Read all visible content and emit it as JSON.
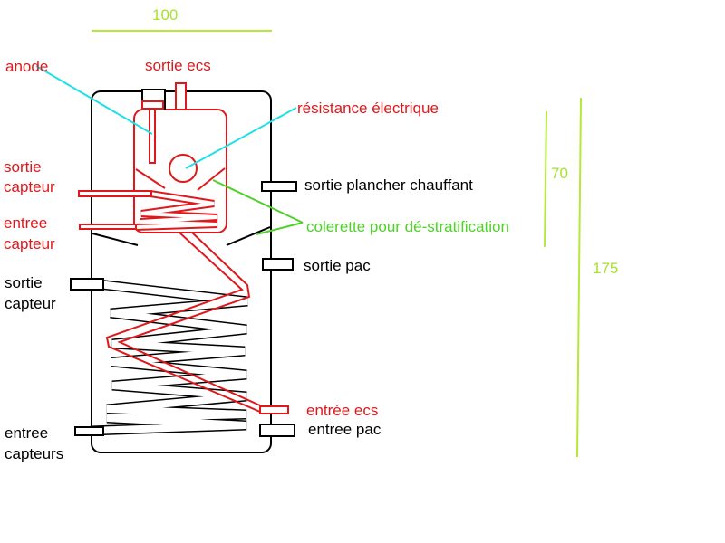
{
  "colors": {
    "red": "#e0181b",
    "black": "#000000",
    "dimension_green": "#b5e83a",
    "pointer_cyan": "#1fe0e8",
    "pointer_green": "#4fd12a"
  },
  "dimensions": {
    "width": "100",
    "upper_height": "70",
    "total_height": "175"
  },
  "labels": {
    "anode": "anode",
    "sortie_ecs": "sortie ecs",
    "resistance": "résistance électrique",
    "sortie_capteur_top_1": "sortie",
    "sortie_capteur_top_2": "capteur",
    "entree_capteur_top_1": "entree",
    "entree_capteur_top_2": "capteur",
    "sortie_plancher": "sortie plancher chauffant",
    "colerette": "colerette pour dé-stratification",
    "sortie_pac": "sortie pac",
    "sortie_capteur_1": "sortie",
    "sortie_capteur_2": "capteur",
    "entree_ecs": "entrée ecs",
    "entree_pac": "entree pac",
    "entree_capteurs_1": "entree",
    "entree_capteurs_2": "capteurs"
  }
}
